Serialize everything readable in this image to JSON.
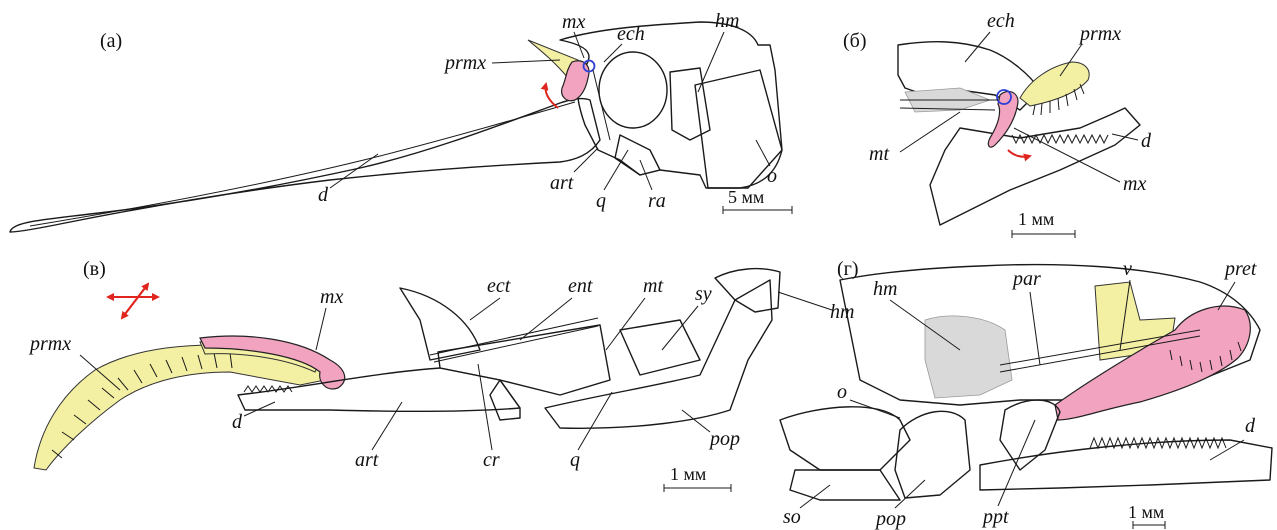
{
  "colors": {
    "maxilla": "#f2a3bf",
    "premaxilla": "#f3efa3",
    "arrow": "#e0251f",
    "joint_circle": "#2f3fd6",
    "shade": "#d9d9d9"
  },
  "panels": {
    "a": {
      "tag": "(а)",
      "labels": {
        "mx": "mx",
        "ech": "ech",
        "hm": "hm",
        "prmx": "prmx",
        "d": "d",
        "art": "art",
        "q": "q",
        "ra": "ra",
        "o": "o"
      },
      "scale": "5 мм"
    },
    "b": {
      "tag": "(б)",
      "labels": {
        "ech": "ech",
        "prmx": "prmx",
        "mt": "mt",
        "d": "d",
        "mx": "mx"
      },
      "scale": "1 мм"
    },
    "v": {
      "tag": "(в)",
      "labels": {
        "mx": "mx",
        "ect": "ect",
        "ent": "ent",
        "mt": "mt",
        "sy": "sy",
        "hm": "hm",
        "prmx": "prmx",
        "d": "d",
        "art": "art",
        "cr": "cr",
        "q": "q",
        "pop": "pop"
      },
      "scale": "1 мм"
    },
    "g": {
      "tag": "(г)",
      "labels": {
        "hm": "hm",
        "par": "par",
        "v": "v",
        "pret": "pret",
        "o": "o",
        "d": "d",
        "so": "so",
        "pop": "pop",
        "ppt": "ppt"
      },
      "scale": "1 мм"
    }
  }
}
